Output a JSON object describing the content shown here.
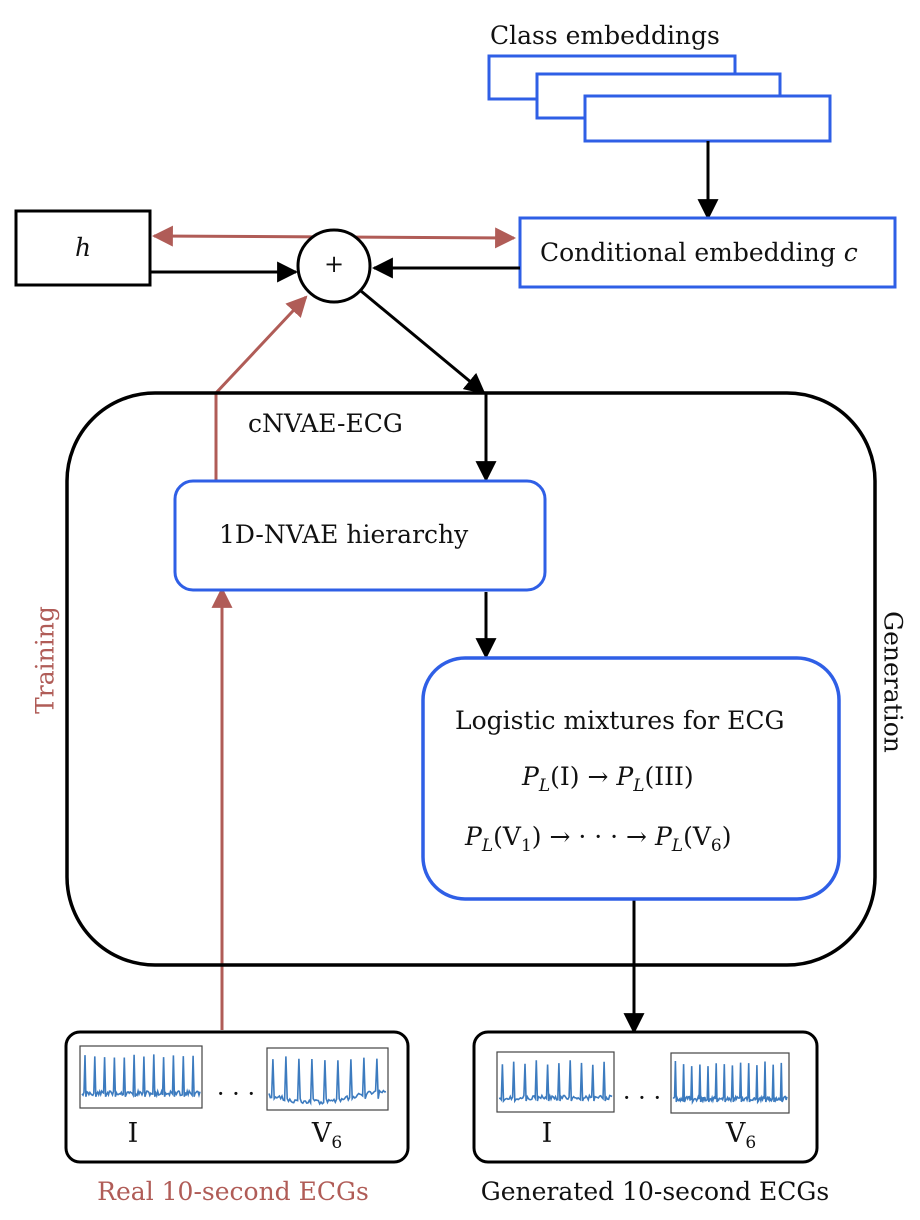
{
  "class_embeddings_label": "Class embeddings",
  "h_label": "h",
  "plus_symbol": "+",
  "conditional_embedding": {
    "text": "Conditional embedding ",
    "var": "c"
  },
  "cnvae_label": "cNVAE-ECG",
  "nvae_hierarchy": "1D-NVAE hierarchy",
  "logistic": {
    "title": "Logistic mixtures for ECG",
    "eq1": {
      "p": "P",
      "sub": "L",
      "a": "(I) → ",
      "b": "(III)"
    },
    "eq2": {
      "p": "P",
      "sub": "L",
      "a1": "(V",
      "a_sub": "1",
      "a2": ") → · · · → ",
      "b1": "(V",
      "b_sub": "6",
      "b2": ")"
    }
  },
  "training_label": "Training",
  "generation_label": "Generation",
  "real_ecg": {
    "lead_first": "I",
    "ellipsis": "· · ·",
    "lead_last": "V",
    "lead_last_sub": "6",
    "caption": "Real 10-second ECGs"
  },
  "generated_ecg": {
    "lead_first": "I",
    "ellipsis": "· · ·",
    "lead_last": "V",
    "lead_last_sub": "6",
    "caption": "Generated 10-second ECGs"
  },
  "colors": {
    "black": "#000000",
    "blue": "#2f5fe6",
    "red": "#b05c57",
    "ecg": "#3c7bbf"
  }
}
